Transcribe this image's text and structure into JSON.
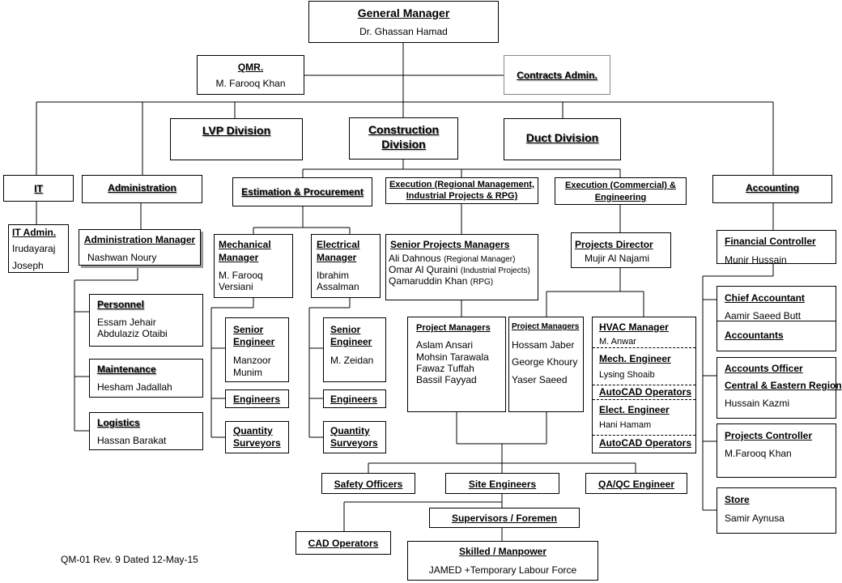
{
  "gm": {
    "title": "General Manager",
    "name": "Dr. Ghassan Hamad"
  },
  "qmr": {
    "title": "QMR.",
    "name": "M. Farooq Khan"
  },
  "contracts": {
    "title": "Contracts Admin."
  },
  "lvp": {
    "title": "LVP Division"
  },
  "construction": {
    "title1": "Construction",
    "title2": "Division"
  },
  "duct": {
    "title": "Duct Division"
  },
  "it": {
    "title": "IT",
    "admin_title": "IT Admin.",
    "name1": "Irudayaraj",
    "name2": "Joseph"
  },
  "administration": {
    "title": "Administration",
    "manager_title": "Administration Manager",
    "manager_name": "Nashwan Noury"
  },
  "personnel": {
    "title": "Personnel",
    "name1": "Essam Jehair",
    "name2": "Abdulaziz Otaibi"
  },
  "maintenance": {
    "title": "Maintenance",
    "name": "Hesham Jadallah"
  },
  "logistics": {
    "title": "Logistics",
    "name": "Hassan Barakat"
  },
  "estimation": {
    "title": "Estimation & Procurement"
  },
  "mech_manager": {
    "title1": "Mechanical",
    "title2": "Manager",
    "name1": "M. Farooq",
    "name2": "Versiani"
  },
  "elec_manager": {
    "title1": "Electrical",
    "title2": "Manager",
    "name1": "Ibrahim",
    "name2": "Assalman"
  },
  "senior_eng_mech": {
    "title1": "Senior",
    "title2": "Engineer",
    "name1": "Manzoor",
    "name2": "Munim"
  },
  "senior_eng_elec": {
    "title1": "Senior",
    "title2": "Engineer",
    "name1": "M. Zeidan"
  },
  "engineers_mech": {
    "title": "Engineers"
  },
  "engineers_elec": {
    "title": "Engineers"
  },
  "qs_mech": {
    "title1": "Quantity",
    "title2": "Surveyors"
  },
  "qs_elec": {
    "title1": "Quantity",
    "title2": "Surveyors"
  },
  "execution_regional": {
    "title1": "Execution (Regional Management,",
    "title2": "Industrial Projects & RPG)"
  },
  "senior_pm": {
    "title": "Senior Projects Managers",
    "line1_name": "Ali Dahnous",
    "line1_note": "(Regional Manager)",
    "line2_name": "Omar Al Quraini",
    "line2_note": "(Industrial Projects)",
    "line3_name": "Qamaruddin Khan",
    "line3_note": "(RPG)"
  },
  "pm1": {
    "title": "Project Managers",
    "names": [
      "Aslam Ansari",
      "Mohsin Tarawala",
      "Fawaz Tuffah",
      "Bassil Fayyad"
    ]
  },
  "pm2": {
    "title": "Project Managers",
    "names": [
      "Hossam Jaber",
      "George Khoury",
      "Yaser Saeed"
    ]
  },
  "execution_commercial": {
    "title1": "Execution (Commercial) &",
    "title2": "Engineering"
  },
  "projects_director": {
    "title": "Projects Director",
    "name": "Mujir Al Najami"
  },
  "hvac": {
    "manager_title": "HVAC Manager",
    "manager_name": "M. Anwar",
    "mech_title": "Mech. Engineer",
    "mech_name": "Lysing Shoaib",
    "autocad1": "AutoCAD Operators",
    "elec_title": "Elect. Engineer",
    "elec_name": "Hani Hamam",
    "autocad2": "AutoCAD Operators"
  },
  "accounting": {
    "title": "Accounting"
  },
  "financial_controller": {
    "title": "Financial Controller",
    "name": "Munir Hussain"
  },
  "chief_accountant": {
    "title": "Chief Accountant",
    "name": "Aamir Saeed Butt",
    "sub": "Accountants"
  },
  "accounts_officer": {
    "title": "Accounts Officer",
    "region": "Central & Eastern Region",
    "name": "Hussain Kazmi"
  },
  "projects_controller": {
    "title": "Projects Controller",
    "name": "M.Farooq Khan"
  },
  "store": {
    "title": "Store",
    "name": "Samir Aynusa"
  },
  "safety": {
    "title": "Safety Officers"
  },
  "site_engineers": {
    "title": "Site Engineers"
  },
  "qaqc": {
    "title": "QA/QC Engineer"
  },
  "supervisors": {
    "title": "Supervisors / Foremen"
  },
  "cad_operators": {
    "title": "CAD Operators"
  },
  "skilled": {
    "title": "Skilled / Manpower",
    "name": "JAMED +Temporary Labour Force"
  },
  "footer": {
    "text": "QM-01 Rev. 9 Dated 12-May-15"
  }
}
